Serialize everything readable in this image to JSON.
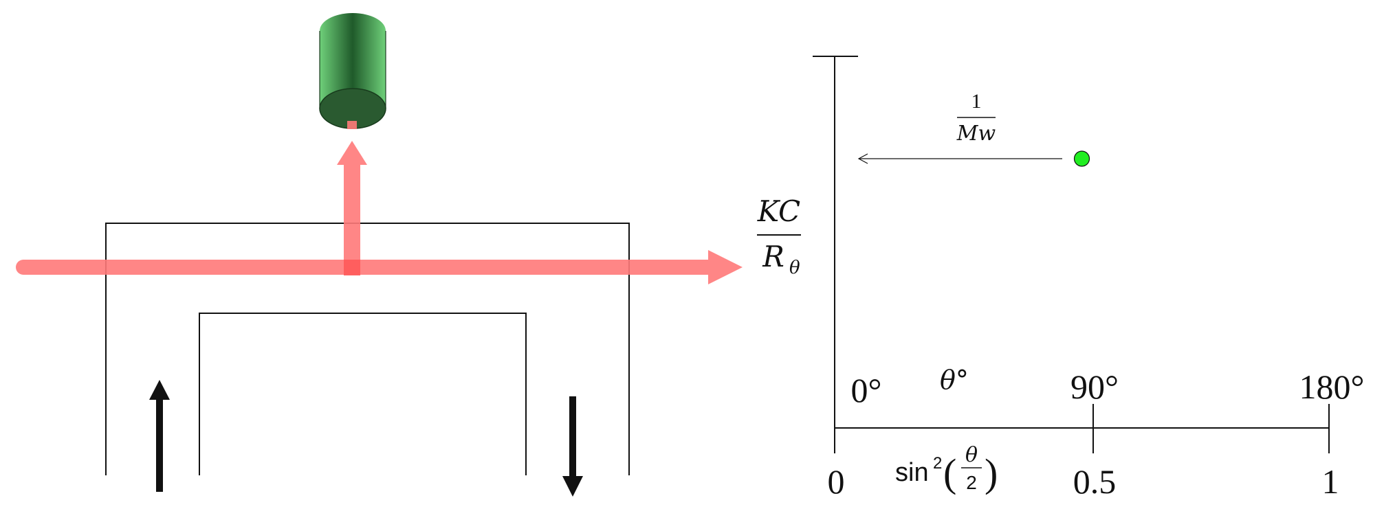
{
  "diagram": {
    "y_axis_label": {
      "numerator": "KC",
      "denominator": "R",
      "denominator_subscript": "θ"
    },
    "intercept_label": {
      "numerator": "1",
      "denominator": "Mw"
    },
    "x_axis_top_label": "θ°",
    "x_axis_bottom_label": {
      "function": "sin",
      "power": "2",
      "fraction_numerator": "θ",
      "fraction_denominator": "2"
    },
    "angle_ticks": [
      "0°",
      "90°",
      "180°"
    ],
    "value_ticks": [
      "0",
      "0.5",
      "1"
    ],
    "data_point": {
      "x": 0.5,
      "color": "#22ee22"
    },
    "colors": {
      "laser_beam": "#ff7a7a",
      "detector_light": "#4fb45a",
      "detector_dark": "#1f4f27",
      "flow_arrows": "#111111"
    },
    "icons": [
      "laser-beam-arrow",
      "detector-cylinder",
      "flow-up-arrow",
      "flow-down-arrow"
    ]
  }
}
